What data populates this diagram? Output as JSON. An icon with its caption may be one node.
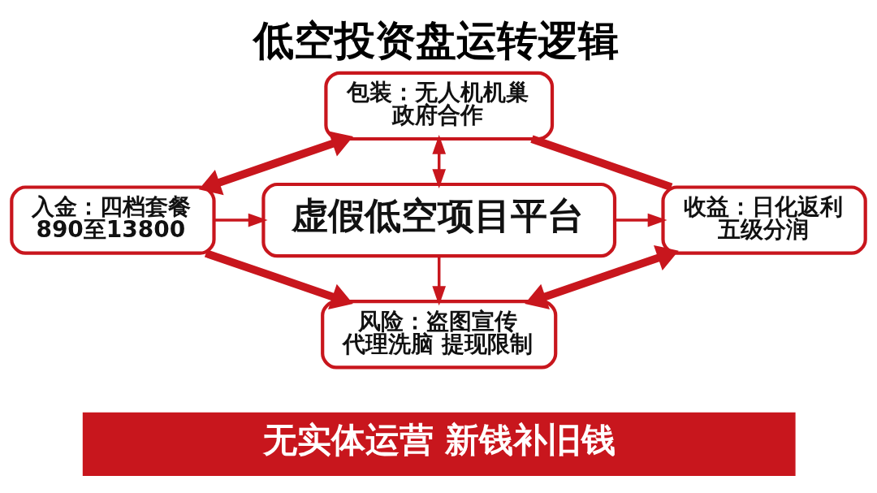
{
  "diagram": {
    "title": "低空投资盘运转逻辑",
    "nodes": [
      {
        "text": [
          "包装：无人机机巢",
          "政府合作"
        ]
      },
      {
        "text": [
          "入金：四档套餐",
          "890至13800"
        ]
      },
      {
        "text": [
          "虚假低空项目平台"
        ]
      },
      {
        "text": [
          "收益：日化返利",
          "五级分润"
        ]
      },
      {
        "text": [
          "风险：盗图宣传",
          "代理洗脑 提现限制"
        ]
      },
      {
        "text": [
          "无实体运营 新钱补旧钱"
        ]
      }
    ],
    "edges": [
      {
        "from": 1,
        "to": 0,
        "arrow": "both",
        "style": "thick"
      },
      {
        "from": 0,
        "to": 3,
        "arrow": "none",
        "style": "thick"
      },
      {
        "from": 0,
        "to": 2,
        "arrow": "both"
      },
      {
        "from": 1,
        "to": 2,
        "arrow": "to"
      },
      {
        "from": 2,
        "to": 3,
        "arrow": "to"
      },
      {
        "from": 2,
        "to": 4,
        "arrow": "to"
      },
      {
        "from": 1,
        "to": 4,
        "arrow": "to",
        "style": "thick"
      },
      {
        "from": 4,
        "to": 3,
        "arrow": "both",
        "style": "thick"
      }
    ]
  }
}
